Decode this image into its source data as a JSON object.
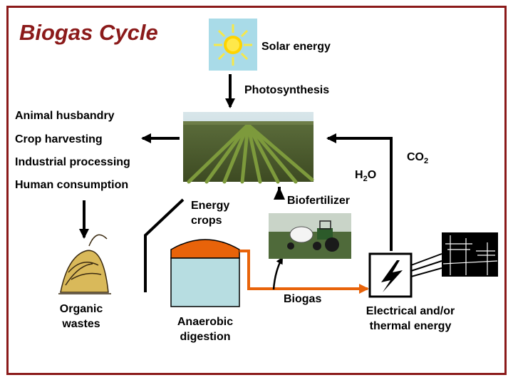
{
  "title": "Biogas Cycle",
  "labels": {
    "solar_energy": "Solar energy",
    "photosynthesis": "Photosynthesis",
    "animal_husbandry": "Animal husbandry",
    "crop_harvesting": "Crop harvesting",
    "industrial_processing": "Industrial processing",
    "human_consumption": "Human consumption",
    "energy_crops_line1": "Energy",
    "energy_crops_line2": "crops",
    "biofertilizer": "Biofertilizer",
    "h2o_main": "H",
    "h2o_sub": "2",
    "h2o_tail": "O",
    "co2_main": "CO",
    "co2_sub": "2",
    "organic_wastes_line1": "Organic",
    "organic_wastes_line2": "wastes",
    "anaerobic_line1": "Anaerobic",
    "anaerobic_line2": "digestion",
    "biogas": "Biogas",
    "electrical_line1": "Electrical and/or",
    "electrical_line2": "thermal energy"
  },
  "colors": {
    "frame": "#8b1a1a",
    "title": "#8b1a1a",
    "biogas_pipe": "#e8630a",
    "digester_top": "#e8630a",
    "digester_body": "#b7dde1",
    "arrow": "#000000"
  },
  "icons": {
    "sun": "sun-icon",
    "crop_field": "crop-field-photo",
    "tractor": "tractor-photo",
    "waste_pile": "organic-waste-icon",
    "generator": "lightning-generator-icon",
    "power_lines": "power-lines-icon"
  }
}
